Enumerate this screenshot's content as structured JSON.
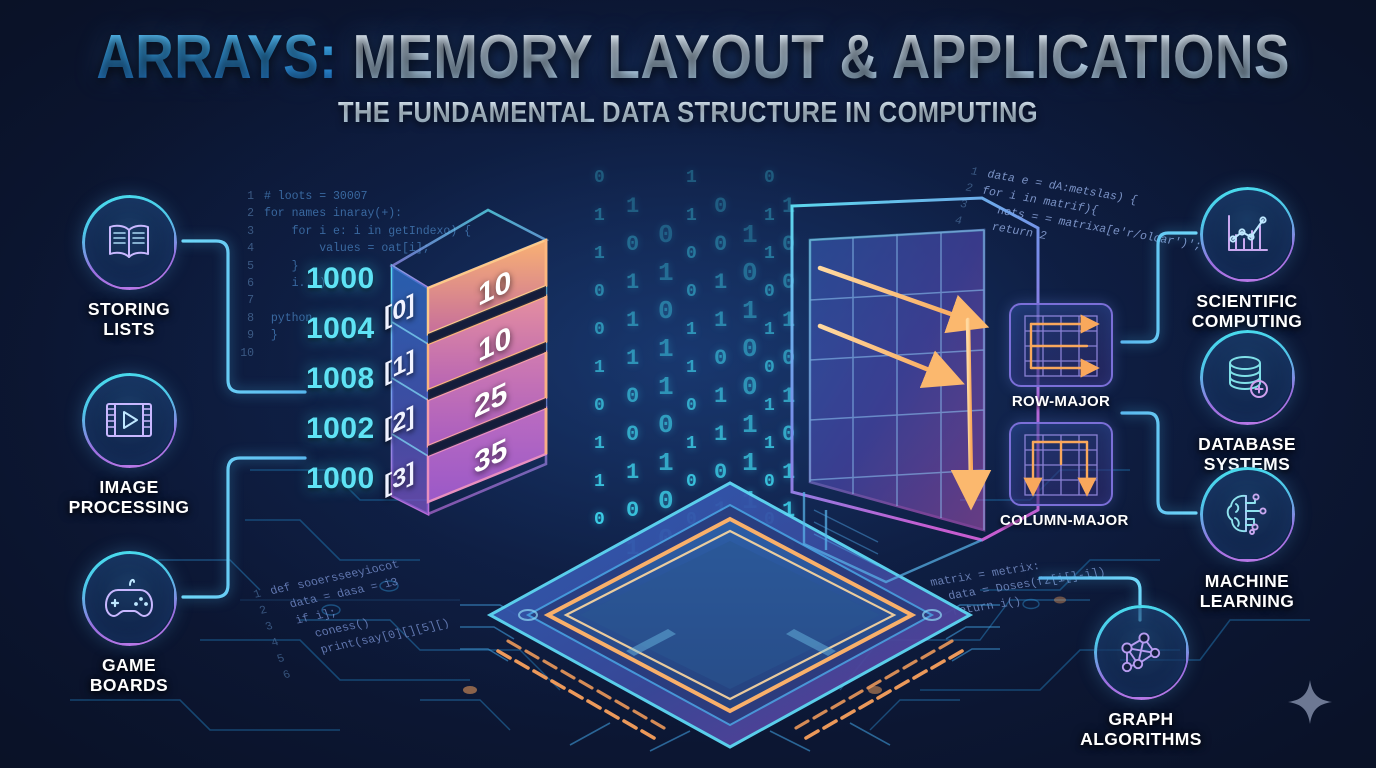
{
  "title": {
    "keyword": "ARRAYS:",
    "rest": " MEMORY LAYOUT & APPLICATIONS",
    "subtitle": "THE FUNDAMENTAL DATA STRUCTURE IN COMPUTING"
  },
  "colors": {
    "background": "#0a1228",
    "accent_cyan": "#45d8f0",
    "accent_purple": "#b07ae8",
    "accent_orange": "#f8a85c",
    "accent_magenta": "#d65fc0",
    "text_white": "#ffffff",
    "address_cyan": "#5fe3f5"
  },
  "left_nodes": [
    {
      "id": "storing-lists",
      "label": "STORING\nLISTS",
      "icon": "book-icon"
    },
    {
      "id": "image-processing",
      "label": "IMAGE\nPROCESSING",
      "icon": "film-play-icon"
    },
    {
      "id": "game-boards",
      "label": "GAME\nBOARDS",
      "icon": "gamepad-icon"
    }
  ],
  "right_nodes": [
    {
      "id": "scientific-computing",
      "label": "SCIENTIFIC\nCOMPUTING",
      "icon": "line-chart-icon"
    },
    {
      "id": "database-systems",
      "label": "DATABASE\nSYSTEMS",
      "icon": "database-icon"
    },
    {
      "id": "machine-learning",
      "label": "MACHINE\nLEARNING",
      "icon": "brain-circuit-icon"
    }
  ],
  "bottom_node": {
    "id": "graph-algorithms",
    "label": "GRAPH\nALGORITHMS",
    "icon": "node-graph-icon"
  },
  "memory": {
    "addresses": [
      "1000",
      "1004",
      "1008",
      "1002",
      "1000"
    ],
    "indices": [
      "[0]",
      "[1]",
      "[2]",
      "[3]"
    ],
    "values": [
      "10",
      "10",
      "25",
      "35"
    ]
  },
  "order_cards": [
    {
      "id": "row-major",
      "label": "ROW-MAJOR",
      "traversal": "horizontal"
    },
    {
      "id": "column-major",
      "label": "COLUMN-MAJOR",
      "traversal": "vertical"
    }
  ],
  "code_snippets": {
    "top_left": {
      "lines": [
        {
          "n": "1",
          "text": "# loots = 30007"
        },
        {
          "n": "2",
          "text": "for names inaray(+):"
        },
        {
          "n": "3",
          "text": "    for i e: i in getIndexo) {"
        },
        {
          "n": "4",
          "text": "        values = oat[i];"
        },
        {
          "n": "5",
          "text": "    }"
        },
        {
          "n": "6",
          "text": "    i...)"
        },
        {
          "n": "7",
          "text": ""
        },
        {
          "n": "8",
          "text": " python"
        },
        {
          "n": "9",
          "text": " }"
        },
        {
          "n": "10",
          "text": ""
        }
      ]
    },
    "top_right": {
      "lines": [
        {
          "n": "1",
          "text": "data e = dA:metslas) {"
        },
        {
          "n": "2",
          "text": "for i in matrif){"
        },
        {
          "n": "3",
          "text": "   nots = = matrixa[e'r/oloar')';"
        },
        {
          "n": "4",
          "text": "   return 2"
        }
      ]
    },
    "bottom_left": {
      "lines": [
        {
          "n": "1",
          "text": "def sooersseeyiocot"
        },
        {
          "n": "2",
          "text": "  data = dasa = i3"
        },
        {
          "n": "3",
          "text": "  if i];"
        },
        {
          "n": "4",
          "text": "    coness()"
        },
        {
          "n": "5",
          "text": "    print(say[0][][5][)"
        },
        {
          "n": "6",
          "text": ""
        }
      ]
    },
    "bottom_right": {
      "lines": [
        {
          "n": "",
          "text": "matrix = metrix:"
        },
        {
          "n": "",
          "text": "  data = Doses(fz[i[]-i])"
        },
        {
          "n": "",
          "text": "  return i()"
        }
      ]
    }
  },
  "binary_rain": {
    "chars": [
      "0",
      "1"
    ],
    "columns": [
      "0110010110",
      "1011100101",
      "0101101001",
      "1100110100",
      "0011011010",
      "1010011101",
      "0110101100",
      "1001010110"
    ]
  },
  "chip": {
    "label": "cpu-chip",
    "pin_color": "#f9a05c",
    "core_glow": "#ffc98a"
  },
  "sparkle": {
    "id": "sparkle-decoration",
    "glyph": "four-point-star"
  }
}
